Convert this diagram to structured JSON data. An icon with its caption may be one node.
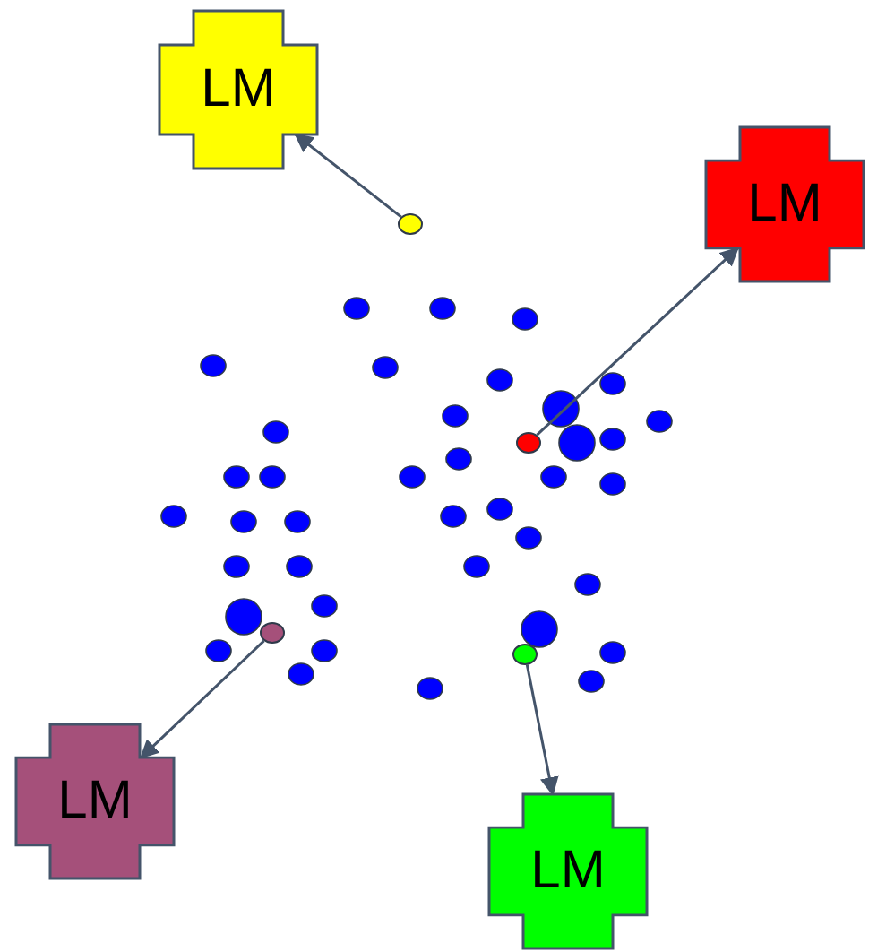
{
  "diagram": {
    "nodes": [
      {
        "text": [
          "LM"
        ]
      },
      {
        "text": [
          "LM"
        ]
      },
      {
        "text": [],
        "shape": "circle"
      },
      {
        "text": [],
        "shape": "circle"
      },
      {
        "text": [],
        "shape": "circle"
      },
      {
        "text": [],
        "shape": "circle"
      },
      {
        "text": [
          "LM"
        ]
      },
      {
        "text": [
          "LM"
        ]
      }
    ],
    "edges": [
      {
        "from": 2,
        "to": 0,
        "arrow": "to"
      },
      {
        "from": 3,
        "to": 1,
        "arrow": "to"
      },
      {
        "from": 5,
        "to": 6,
        "arrow": "to"
      },
      {
        "from": 4,
        "to": 7,
        "arrow": "to"
      }
    ]
  }
}
